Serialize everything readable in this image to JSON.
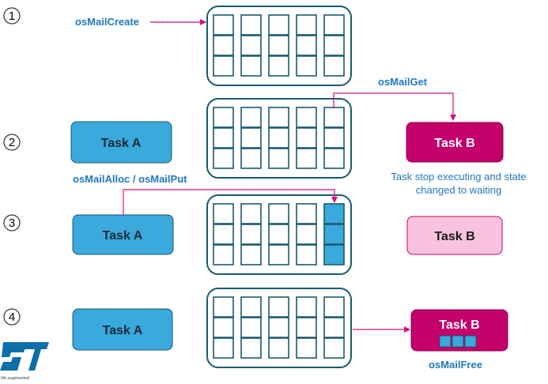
{
  "colors": {
    "frame": "#1a5a6e",
    "task_a_fill": "#3aa9dc",
    "task_b_fill": "#c4006b",
    "task_b_waiting_fill": "#f9c3df",
    "arrow": "#d4107e",
    "call_text": "#1f78c1",
    "filled_slot": "#3aa9dc"
  },
  "steps": [
    {
      "number": "1",
      "call": "osMailCreate"
    },
    {
      "number": "2",
      "call": "osMailGet",
      "task_a": "Task A",
      "task_b": "Task B",
      "note_line1": "Task stop executing and state",
      "note_line2": "changed to waiting"
    },
    {
      "number": "3",
      "call": "osMailAlloc / osMailPut",
      "task_a": "Task A",
      "task_b": "Task B"
    },
    {
      "number": "4",
      "call": "osMailFree",
      "task_a": "Task A",
      "task_b": "Task B"
    }
  ],
  "mailbox": {
    "columns": 5,
    "rows": 3
  },
  "logo": {
    "icon": "st-logo",
    "tagline": "life.augmented"
  }
}
